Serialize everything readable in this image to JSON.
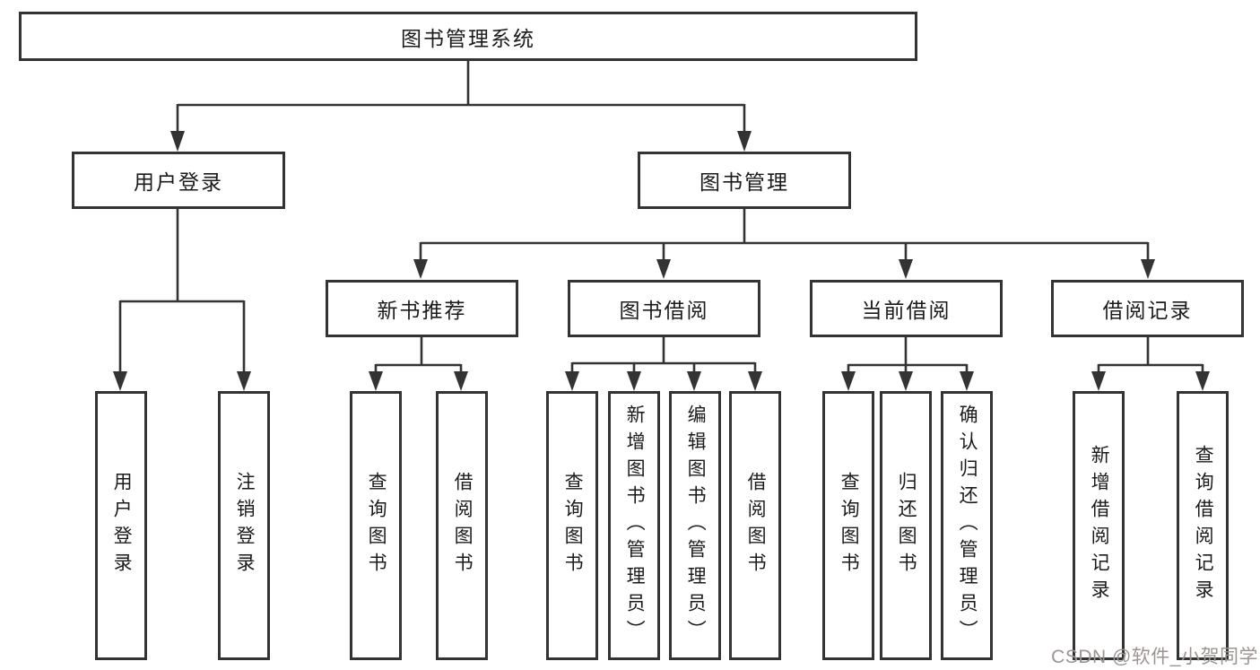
{
  "diagram": {
    "watermark": "CSDN @软件_小贺同学",
    "colors": {
      "line": "#333333",
      "border": "#333333",
      "text": "#1b1b1b",
      "background": "#ffffff",
      "watermark_text": "#9b9493"
    }
  },
  "tree": {
    "root": {
      "label": "图书管理系统"
    },
    "branches": [
      {
        "label": "用户登录",
        "children": [
          {
            "label": "用户登录"
          },
          {
            "label": "注销登录"
          }
        ]
      },
      {
        "label": "图书管理",
        "children": [
          {
            "label": "新书推荐",
            "children": [
              {
                "label": "查询图书"
              },
              {
                "label": "借阅图书"
              }
            ]
          },
          {
            "label": "图书借阅",
            "children": [
              {
                "label": "查询图书"
              },
              {
                "label": "新增图书（管理员）"
              },
              {
                "label": "编辑图书（管理员）"
              },
              {
                "label": "借阅图书"
              }
            ]
          },
          {
            "label": "当前借阅",
            "children": [
              {
                "label": "查询图书"
              },
              {
                "label": "归还图书"
              },
              {
                "label": "确认归还（管理员）"
              }
            ]
          },
          {
            "label": "借阅记录",
            "children": [
              {
                "label": "新增借阅记录"
              },
              {
                "label": "查询借阅记录"
              }
            ]
          }
        ]
      }
    ]
  }
}
